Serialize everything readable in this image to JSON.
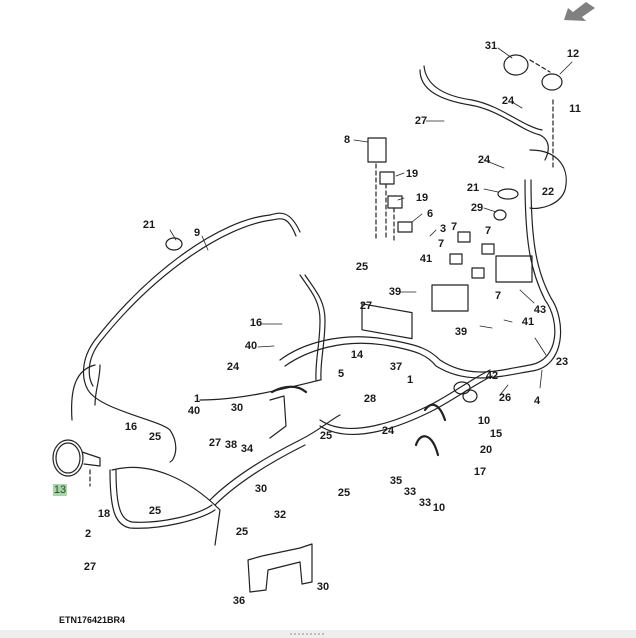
{
  "diagram": {
    "title": "Wiring harness exploded parts diagram",
    "reference_code": "ETN176421BR4",
    "highlight_color": "#a9d3a9",
    "nav_arrow": {
      "icon": "arrow-down-left-icon",
      "color": "#808080"
    },
    "callouts": [
      {
        "id": "c-31",
        "label": "31"
      },
      {
        "id": "c-12",
        "label": "12"
      },
      {
        "id": "c-11",
        "label": "11"
      },
      {
        "id": "c-24a",
        "label": "24"
      },
      {
        "id": "c-27a",
        "label": "27"
      },
      {
        "id": "c-8",
        "label": "8"
      },
      {
        "id": "c-19a",
        "label": "19"
      },
      {
        "id": "c-24b",
        "label": "24"
      },
      {
        "id": "c-22",
        "label": "22"
      },
      {
        "id": "c-21a",
        "label": "21"
      },
      {
        "id": "c-19b",
        "label": "19"
      },
      {
        "id": "c-29",
        "label": "29"
      },
      {
        "id": "c-6",
        "label": "6"
      },
      {
        "id": "c-3",
        "label": "3"
      },
      {
        "id": "c-7a",
        "label": "7"
      },
      {
        "id": "c-7b",
        "label": "7"
      },
      {
        "id": "c-7c",
        "label": "7"
      },
      {
        "id": "c-7d",
        "label": "7"
      },
      {
        "id": "c-21b",
        "label": "21"
      },
      {
        "id": "c-9",
        "label": "9"
      },
      {
        "id": "c-25a",
        "label": "25"
      },
      {
        "id": "c-41a",
        "label": "41"
      },
      {
        "id": "c-39a",
        "label": "39"
      },
      {
        "id": "c-43",
        "label": "43"
      },
      {
        "id": "c-27b",
        "label": "27"
      },
      {
        "id": "c-41b",
        "label": "41"
      },
      {
        "id": "c-39b",
        "label": "39"
      },
      {
        "id": "c-16a",
        "label": "16"
      },
      {
        "id": "c-40a",
        "label": "40"
      },
      {
        "id": "c-23",
        "label": "23"
      },
      {
        "id": "c-14",
        "label": "14"
      },
      {
        "id": "c-37",
        "label": "37"
      },
      {
        "id": "c-5",
        "label": "5"
      },
      {
        "id": "c-42",
        "label": "42"
      },
      {
        "id": "c-24c",
        "label": "24"
      },
      {
        "id": "c-1a",
        "label": "1"
      },
      {
        "id": "c-28",
        "label": "28"
      },
      {
        "id": "c-26",
        "label": "26"
      },
      {
        "id": "c-4",
        "label": "4"
      },
      {
        "id": "c-1b",
        "label": "1"
      },
      {
        "id": "c-40b",
        "label": "40"
      },
      {
        "id": "c-30a",
        "label": "30"
      },
      {
        "id": "c-38",
        "label": "38"
      },
      {
        "id": "c-34",
        "label": "34"
      },
      {
        "id": "c-25b",
        "label": "25"
      },
      {
        "id": "c-24d",
        "label": "24"
      },
      {
        "id": "c-10a",
        "label": "10"
      },
      {
        "id": "c-15",
        "label": "15"
      },
      {
        "id": "c-20",
        "label": "20"
      },
      {
        "id": "c-16b",
        "label": "16"
      },
      {
        "id": "c-25c",
        "label": "25"
      },
      {
        "id": "c-27c",
        "label": "27"
      },
      {
        "id": "c-25d",
        "label": "25"
      },
      {
        "id": "c-17",
        "label": "17"
      },
      {
        "id": "c-13",
        "label": "13"
      },
      {
        "id": "c-30b",
        "label": "30"
      },
      {
        "id": "c-25e",
        "label": "25"
      },
      {
        "id": "c-35",
        "label": "35"
      },
      {
        "id": "c-33a",
        "label": "33"
      },
      {
        "id": "c-33b",
        "label": "33"
      },
      {
        "id": "c-10b",
        "label": "10"
      },
      {
        "id": "c-18",
        "label": "18"
      },
      {
        "id": "c-25f",
        "label": "25"
      },
      {
        "id": "c-32",
        "label": "32"
      },
      {
        "id": "c-25g",
        "label": "25"
      },
      {
        "id": "c-2",
        "label": "2"
      },
      {
        "id": "c-27d",
        "label": "27"
      },
      {
        "id": "c-36",
        "label": "36"
      },
      {
        "id": "c-30c",
        "label": "30"
      }
    ]
  }
}
